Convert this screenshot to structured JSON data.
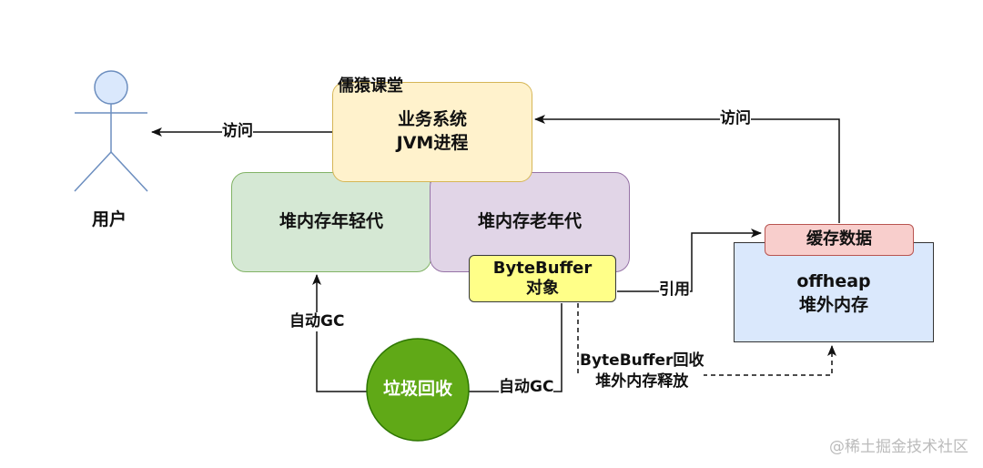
{
  "nodes": {
    "user": {
      "label": "用户"
    },
    "business_process": {
      "line1": "业务系统",
      "line2": "JVM进程"
    },
    "course_brand": {
      "text": "儒猿课堂"
    },
    "young_gen": {
      "label": "堆内存年轻代"
    },
    "old_gen": {
      "label": "堆内存老年代"
    },
    "bytebuffer_object": {
      "line1": "ByteBuffer",
      "line2": "对象"
    },
    "garbage_collection": {
      "label": "垃圾回收"
    },
    "cache_data": {
      "label": "缓存数据"
    },
    "offheap_memory": {
      "line1": "offheap",
      "line2": "堆外内存"
    }
  },
  "edge_labels": {
    "access_user": "访问",
    "access_cache": "访问",
    "reference": "引用",
    "auto_gc_young": "自动GC",
    "auto_gc_old": "自动GC",
    "bytebuffer_recycle_line1": "ByteBuffer回收",
    "bytebuffer_recycle_line2": "堆外内存释放"
  },
  "watermark": "@稀土掘金技术社区",
  "colors": {
    "business_fill": "#fff2cc",
    "business_stroke": "#d6b656",
    "young_fill": "#d5e8d4",
    "young_stroke": "#82b366",
    "old_fill": "#e1d5e7",
    "old_stroke": "#9673a6",
    "bytebuffer_fill": "#ffff88",
    "bytebuffer_stroke": "#36393d",
    "gc_fill": "#60a917",
    "gc_stroke": "#2d7600",
    "cache_fill": "#f8cecc",
    "cache_stroke": "#b85450",
    "offheap_fill": "#dae8fc",
    "offheap_stroke": "#333333",
    "user_fill": "#dae8fc",
    "user_stroke": "#6c8ebf"
  }
}
